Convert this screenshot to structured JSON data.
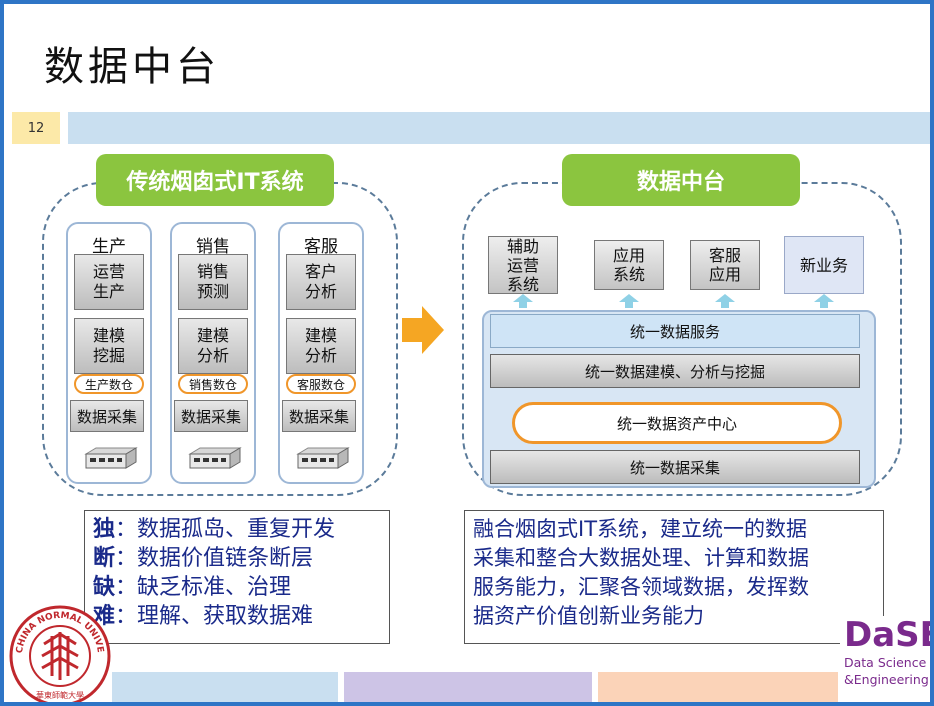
{
  "slide": {
    "title": "数据中台",
    "page_number": "12"
  },
  "left_panel": {
    "title": "传统烟囱式IT系统",
    "columns": [
      {
        "header": "生产",
        "box1": "运营\n生产",
        "box2": "建模\n挖掘",
        "warehouse": "生产数仓",
        "collect": "数据采集"
      },
      {
        "header": "销售",
        "box1": "销售\n预测",
        "box2": "建模\n分析",
        "warehouse": "销售数仓",
        "collect": "数据采集"
      },
      {
        "header": "客服",
        "box1": "客户\n分析",
        "box2": "建模\n分析",
        "warehouse": "客服数仓",
        "collect": "数据采集"
      }
    ]
  },
  "right_panel": {
    "title": "数据中台",
    "services": [
      "辅助\n运营\n系统",
      "应用\n系统",
      "客服\n应用",
      "新业务"
    ],
    "layers": {
      "service": "统一数据服务",
      "modeling": "统一数据建模、分析与挖掘",
      "asset": "统一数据资产中心",
      "collect": "统一数据采集"
    }
  },
  "left_text": [
    {
      "key": "独",
      "text": "：数据孤岛、重复开发"
    },
    {
      "key": "断",
      "text": "：数据价值链条断层"
    },
    {
      "key": "缺",
      "text": "：缺乏标准、治理"
    },
    {
      "key": "难",
      "text": "：理解、获取数据难"
    }
  ],
  "right_text": [
    "融合烟囱式IT系统，建立统一的数据",
    "采集和整合大数据处理、计算和数据",
    "服务能力，汇聚各领域数据，发挥数",
    "据资产价值创新业务能力"
  ],
  "logos": {
    "dase_big": "DaSE",
    "dase_line1": "Data Science",
    "dase_line2": "&Engineering",
    "university_text": "EAST CHINA NORMAL UNIVERSITY"
  },
  "colors": {
    "frame": "#2e75c6",
    "green": "#8bc53f",
    "orange": "#f0962a",
    "text_blue": "#1a2a8a",
    "dase_purple": "#7a2a8c",
    "ecnu_red": "#c0282d"
  }
}
